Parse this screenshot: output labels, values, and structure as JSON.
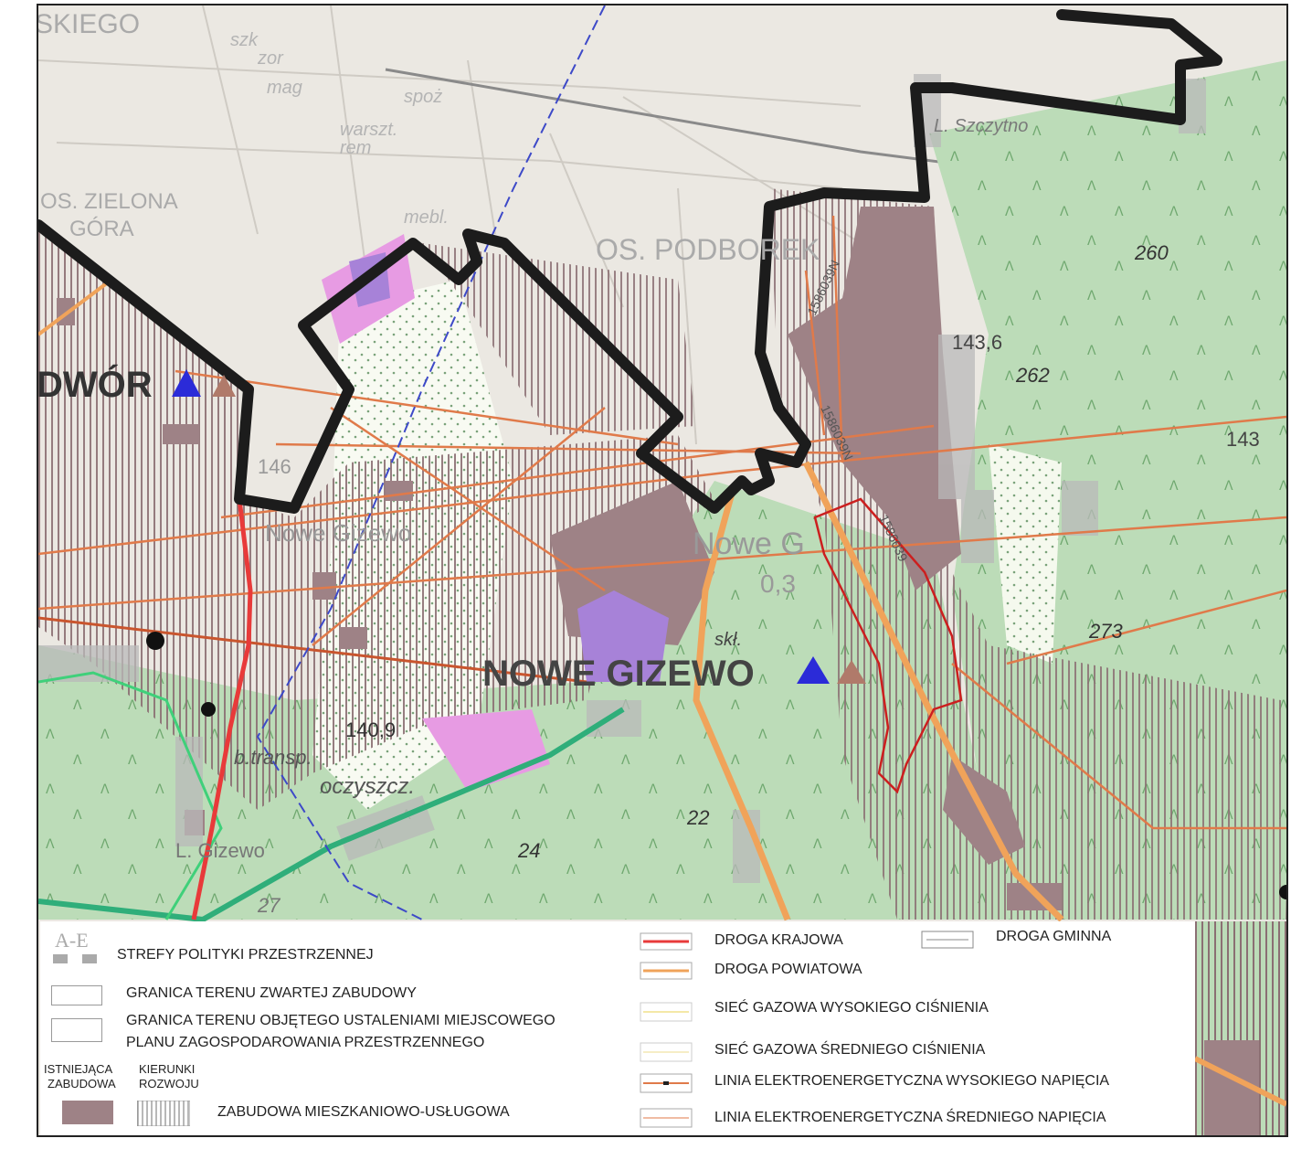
{
  "colors": {
    "forest": "#bcdcb8",
    "urban": "#ebe8e2",
    "boundary": "#1c1c1c",
    "existing_building": "#9e8286",
    "development_hatch": "#8b6f73",
    "road_national": "#e83a3a",
    "road_county": "#f0a35a",
    "power_line": "#e07a4a",
    "gas_line": "#2fae7a",
    "service_zone": "#e79be3",
    "industrial_zone": "#a782d8",
    "plan_area": "#cc1f1f",
    "triangle_blue": "#2b2bd8",
    "triangle_brown": "#b07a6a"
  },
  "map": {
    "labels": {
      "skiego": "SKIEGO",
      "os_zielona": "OS. ZIELONA",
      "gora": "GÓRA",
      "szk": "szk",
      "zor": "zor",
      "mag": "mag",
      "spoz": "spoż",
      "warszt_rem": "warszt.",
      "rem": "rem",
      "mebl": "mebl.",
      "os_podborek": "OS. PODBOREK",
      "l_szczytno": "L. Szczytno",
      "v260": "260",
      "v262": "262",
      "v143_6": "143,6",
      "v143": "143",
      "dwor": "DWÓR",
      "v146": "146",
      "nowe_gizewo_small": "Nowe Gizewo",
      "nowe_gizewo_main": "NOWE GIZEWO",
      "nowe_g": "Nowe G",
      "v0_3": "0,3",
      "skl": "skł.",
      "v140_9": "140,9",
      "b_transp": "b.transp.",
      "oczyszcz": "oczyszcz.",
      "l_gizewo": "L. Gizewo",
      "v273": "273",
      "v22": "22",
      "v24": "24",
      "v27": "27",
      "road_id_1": "1586039N",
      "road_id_2": "1586039N",
      "road_id_3": "1586039"
    }
  },
  "legend": {
    "zones_icon": "A-E",
    "zones": "STREFY POLITYKI PRZESTRZENNEJ",
    "compact_boundary": "GRANICA TERENU ZWARTEJ ZABUDOWY",
    "local_plan_line1": "GRANICA TERENU OBJĘTEGO USTALENIAMI  MIEJSCOWEGO",
    "local_plan_line2": "PLANU ZAGOSPODAROWANIA PRZESTRZENNEGO",
    "existing_line1": "ISTNIEJĄCA",
    "existing_line2": "ZABUDOWA",
    "directions_line1": "KIERUNKI",
    "directions_line2": "ROZWOJU",
    "residential_services": "ZABUDOWA MIESZKANIOWO-USŁUGOWA",
    "national_road": "DROGA KRAJOWA",
    "county_road": "DROGA POWIATOWA",
    "communal_road": "DROGA GMINNA",
    "gas_high": "SIEĆ GAZOWA WYSOKIEGO CIŚNIENIA",
    "gas_medium": "SIEĆ GAZOWA ŚREDNIEGO CIŚNIENIA",
    "power_high": "LINIA ELEKTROENERGETYCZNA WYSOKIEGO NAPIĘCIA",
    "power_medium": "LINIA ELEKTROENERGETYCZNA ŚREDNIEGO NAPIĘCIA"
  }
}
